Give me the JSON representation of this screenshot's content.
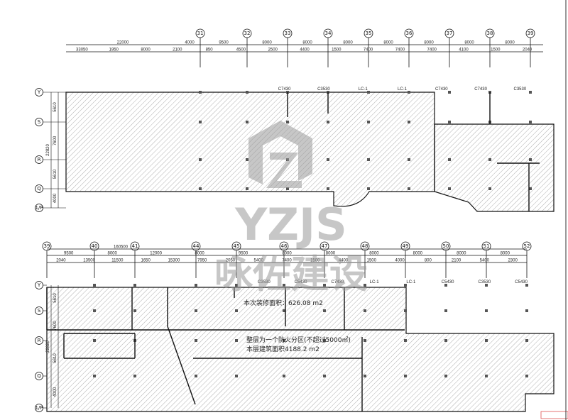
{
  "top_plan": {
    "column_axes": [
      "31",
      "32",
      "33",
      "34",
      "35",
      "36",
      "37",
      "38",
      "39"
    ],
    "row_axes": [
      "Y",
      "S",
      "R",
      "Q",
      "1/P"
    ],
    "row_dims": [
      "5610",
      "7600",
      "5610",
      "4000"
    ],
    "row_total": "22820",
    "dims_upper": [
      "22000",
      "4000",
      "9500",
      "8000",
      "8000",
      "8000",
      "8000",
      "8000",
      "8000",
      "8000"
    ],
    "dims_lower": [
      "33050",
      "1950",
      "8000",
      "2100",
      "850",
      "4500",
      "2500",
      "4400",
      "1500",
      "7400",
      "7400",
      "7400",
      "4100",
      "1500",
      "2040"
    ],
    "labels": [
      "C7430",
      "C3530",
      "LC-1",
      "LC-1",
      "C7430",
      "C7430",
      "C3530"
    ]
  },
  "bottom_plan": {
    "column_axes": [
      "39",
      "40",
      "41",
      "44",
      "45",
      "46",
      "47",
      "48",
      "49",
      "50",
      "51",
      "52"
    ],
    "row_axes": [
      "Y",
      "S",
      "R",
      "Q",
      "1/P"
    ],
    "row_dims": [
      "5610",
      "7600",
      "5610",
      "4000"
    ],
    "row_total": "22820",
    "dims_total": "160500",
    "dims_upper": [
      "9500",
      "8000",
      "12000",
      "8000",
      "9500",
      "8000",
      "8000",
      "8000",
      "8000",
      "8000",
      "8000"
    ],
    "dims_lower": [
      "2040",
      "13500",
      "11500",
      "1650",
      "15300",
      "7950",
      "2050",
      "5400",
      "7400",
      "1500",
      "4400",
      "1500",
      "4000",
      "800",
      "2100",
      "5400",
      "2300"
    ],
    "labels": [
      "C3530",
      "C5430",
      "C7430",
      "LC-1",
      "LC-1",
      "C5430",
      "C3530",
      "C5430"
    ],
    "notes": {
      "renovation_area": "本次装修面积：626.08 m2",
      "fire_zone": "整层为一个防火分区(不超过5000㎡)",
      "floor_area": "本层建筑面积4188.2 m2"
    }
  },
  "watermark": {
    "latin": "YZJS",
    "chinese": "咏佐建设",
    "color": "#9a9a9a"
  },
  "colors": {
    "line": "#111111",
    "hatch": "#9a9a9a",
    "stamp": "#e05050"
  }
}
